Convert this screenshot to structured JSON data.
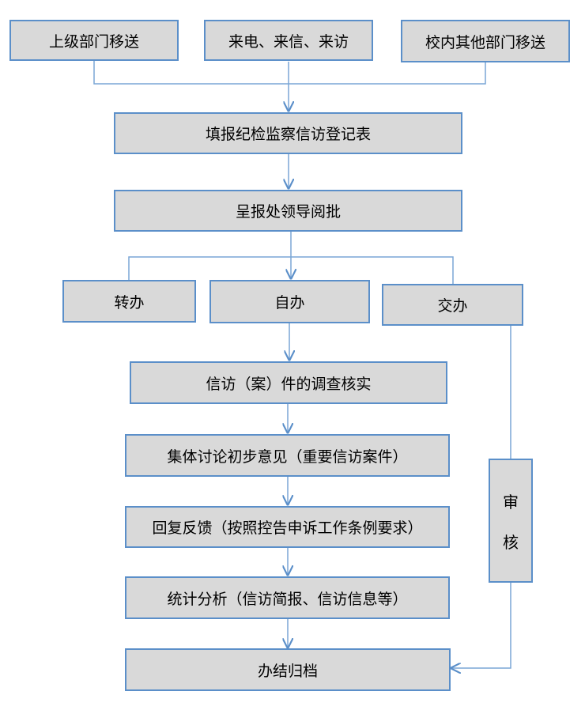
{
  "sources": {
    "superior": "上级部门移送",
    "calls_letters_visits": "来电、来信、来访",
    "other_depts": "校内其他部门移送"
  },
  "steps": {
    "register": "填报纪检监察信访登记表",
    "submit": "呈报处领导阅批",
    "investigate": "信访（案）件的调查核实",
    "discuss": "集体讨论初步意见（重要信访案件）",
    "reply": "回复反馈（按照控告申诉工作条例要求）",
    "statistics": "统计分析（信访简报、信访信息等）",
    "archive": "办结归档"
  },
  "branches": {
    "transfer": "转办",
    "self": "自办",
    "assign": "交办"
  },
  "review": {
    "char1": "审",
    "char2": "核"
  },
  "colors": {
    "box_fill": "#d9d9d9",
    "border": "#5b8fc9",
    "line": "#7aa6d6"
  }
}
